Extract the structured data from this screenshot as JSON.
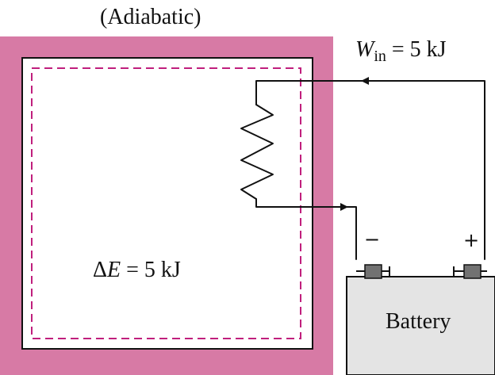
{
  "diagram": {
    "title": "(Adiabatic)",
    "work": {
      "symbol": "W",
      "subscript": "in",
      "rest": " = 5 kJ"
    },
    "energy": {
      "delta": "Δ",
      "symbol": "E",
      "rest": " = 5 kJ"
    },
    "battery_label": "Battery",
    "minus_label": "−",
    "plus_label": "+",
    "colors": {
      "insulation": "#d77aa5",
      "boundary": "#c01f7d",
      "battery_fill": "#e4e4e4",
      "terminal": "#727272",
      "line": "#111111"
    },
    "icons": {
      "resistor": "resistor-icon",
      "battery": "battery-icon",
      "arrow": "arrow-icon"
    }
  }
}
